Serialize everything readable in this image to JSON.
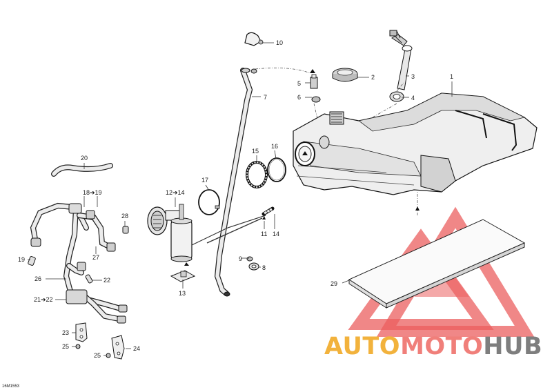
{
  "drawing_code": "16M1553",
  "watermark": {
    "text_parts": [
      "AUTO",
      "MOTO",
      "HUB"
    ],
    "colors": {
      "auto": "#f2b23c",
      "moto": "#f07f7a",
      "hub": "#7e7e7e",
      "logo": "#ea4e4e"
    }
  },
  "callouts": {
    "p1": "1",
    "p2": "2",
    "p3": "3",
    "p4": "4",
    "p5": "5",
    "p6": "6",
    "p7": "7",
    "p8": "8",
    "p9": "9",
    "p10": "10",
    "p11": "11",
    "p14": "14",
    "p12_14": "12➔14",
    "p13": "13",
    "p15": "15",
    "p16": "16",
    "p17": "17",
    "p18_19": "18➔19",
    "p19": "19",
    "p20": "20",
    "p21_22": "21➔22",
    "p22": "22",
    "p23": "23",
    "p24": "24",
    "p25a": "25",
    "p25b": "25",
    "p26": "26",
    "p27": "27",
    "p28": "28",
    "p29": "29"
  },
  "icons": [
    "fuel-tank",
    "fuel-cap",
    "vent-hose",
    "fuel-pump",
    "gasket",
    "clamp",
    "fuel-lines",
    "tank-pad",
    "bracket",
    "fitting"
  ]
}
